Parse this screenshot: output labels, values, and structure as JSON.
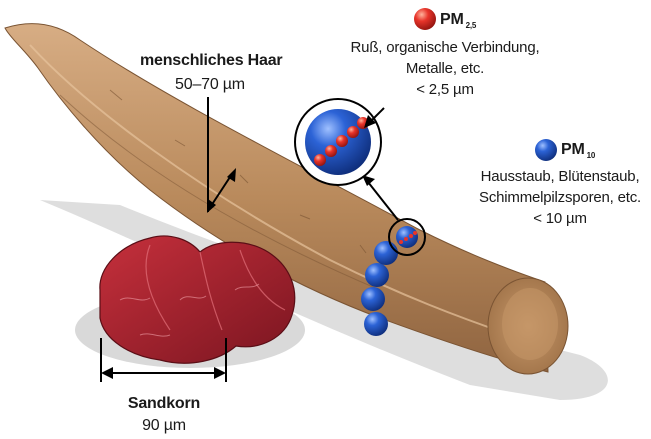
{
  "hair": {
    "title": "menschliches Haar",
    "size": "50–70 µm"
  },
  "pm25": {
    "label": "PM",
    "sub": "2,5",
    "lines": [
      "Ruß, organische Verbindung,",
      "Metalle, etc.",
      "< 2,5 µm"
    ],
    "color": "#e8342a"
  },
  "pm10": {
    "label": "PM",
    "sub": "10",
    "lines": [
      "Hausstaub, Blütenstaub,",
      "Schimmelpilzsporen, etc.",
      "< 10 µm"
    ],
    "color": "#1f55c4"
  },
  "sand": {
    "title": "Sandkorn",
    "size": "90 µm",
    "color": "#a1202b"
  },
  "hair_color": "#b98a5c"
}
